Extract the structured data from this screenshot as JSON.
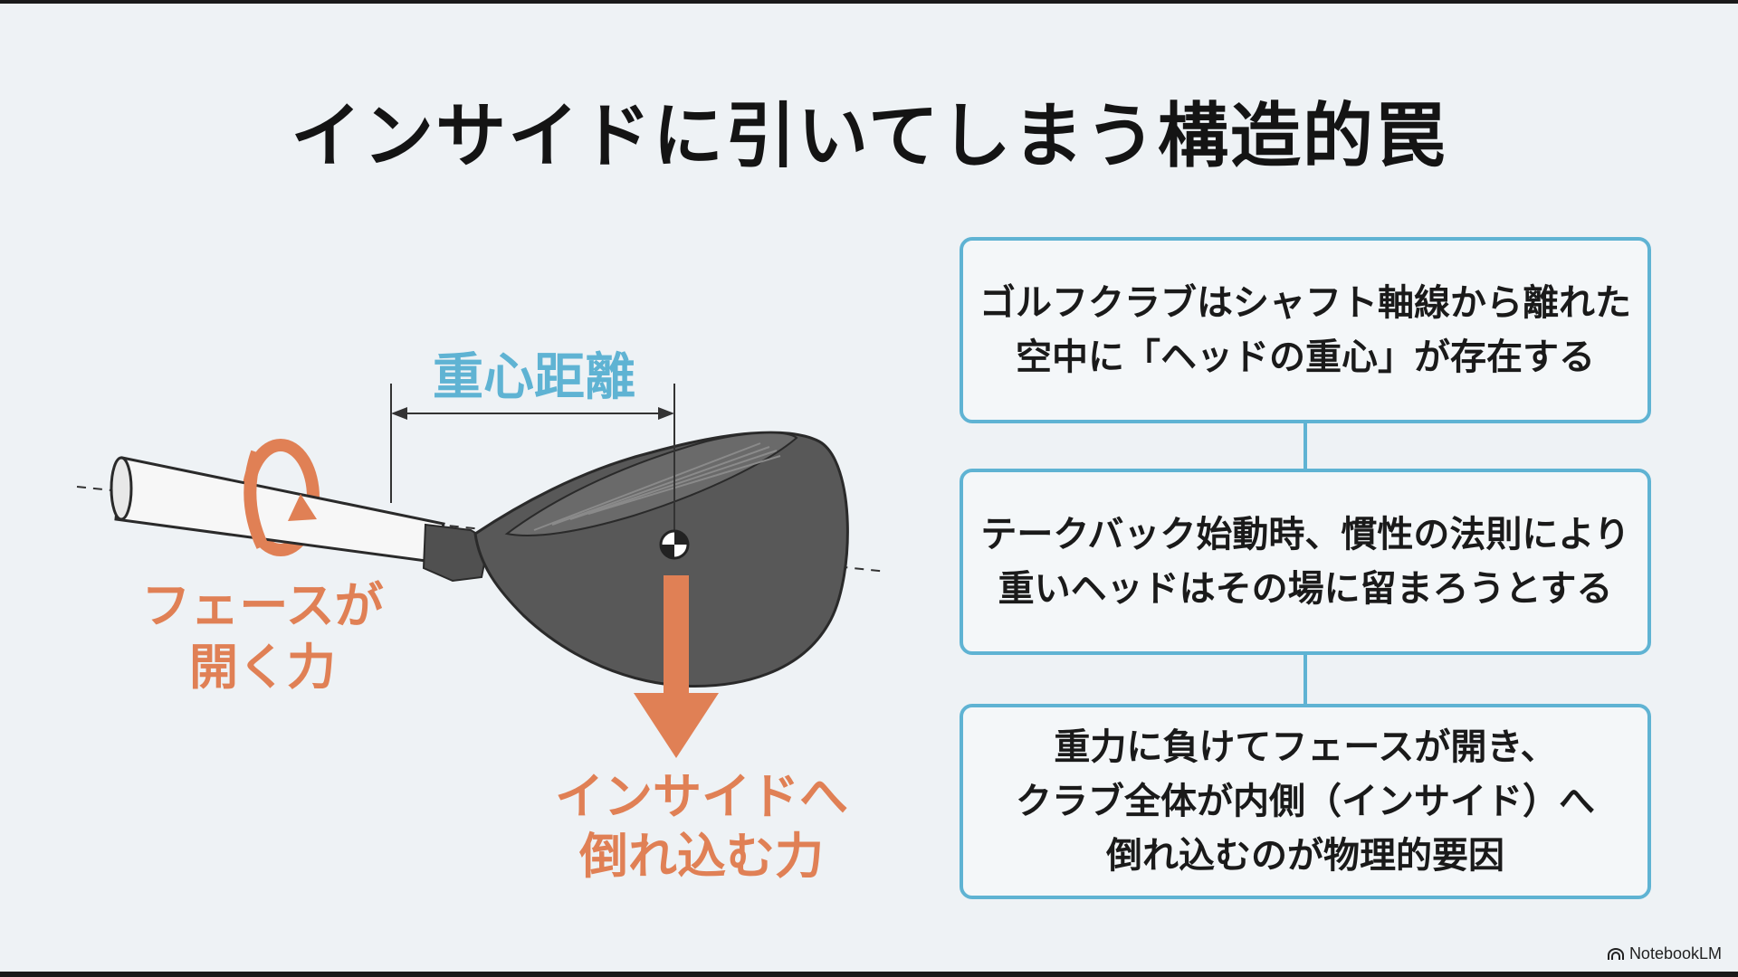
{
  "title": "インサイドに引いてしまう構造的罠",
  "diagram": {
    "label_distance": "重心距離",
    "label_face_open": [
      "フェースが",
      "開く力"
    ],
    "label_inside_force": [
      "インサイドへ",
      "倒れ込む力"
    ]
  },
  "steps": [
    {
      "lines": [
        "ゴルフクラブはシャフト軸線から離れた",
        "空中に「ヘッドの重心」が存在する"
      ]
    },
    {
      "lines": [
        "テークバック始動時、慣性の法則により",
        "重いヘッドはその場に留まろうとする"
      ]
    },
    {
      "lines": [
        "重力に負けてフェースが開き、",
        "クラブ全体が内側（インサイド）へ",
        "倒れ込むのが物理的要因"
      ]
    }
  ],
  "brand": "NotebookLM",
  "colors": {
    "accent_blue": "#5fb3d3",
    "accent_orange": "#e08055",
    "club_head": "#585858"
  }
}
